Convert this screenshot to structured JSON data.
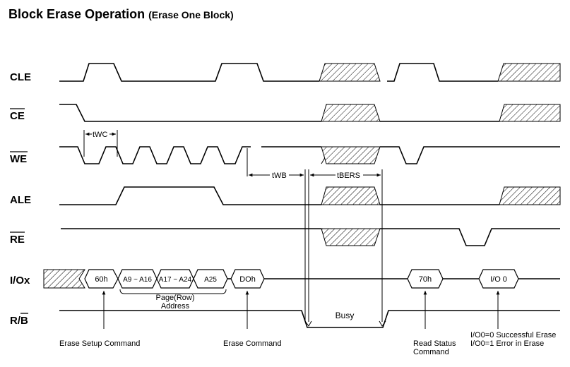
{
  "title": "Block Erase Operation",
  "subtitle": "(Erase One Block)",
  "signals": {
    "cle": "CLE",
    "ce": "CE",
    "we": "WE",
    "ale": "ALE",
    "re": "RE",
    "io": "I/Ox",
    "rb": "R/B"
  },
  "io_cells": {
    "cmd1": "60h",
    "a1": "A9 ~ A16",
    "a2": "A17 ~ A24",
    "a3": "A25",
    "cmd2": "DOh",
    "status": "70h",
    "io0": "I/O 0"
  },
  "page_row_address": [
    "Page(Row)",
    "Address"
  ],
  "timing": {
    "twc": "tWC",
    "twb": "tWB",
    "tbers": "tBERS"
  },
  "busy_label": "Busy",
  "annotations": {
    "erase_setup": "Erase Setup Command",
    "erase_command": "Erase Command",
    "read_status": [
      "Read Status",
      "Command"
    ],
    "result": [
      "I/O0=0 Successful Erase",
      "I/O0=1 Error in Erase"
    ]
  }
}
